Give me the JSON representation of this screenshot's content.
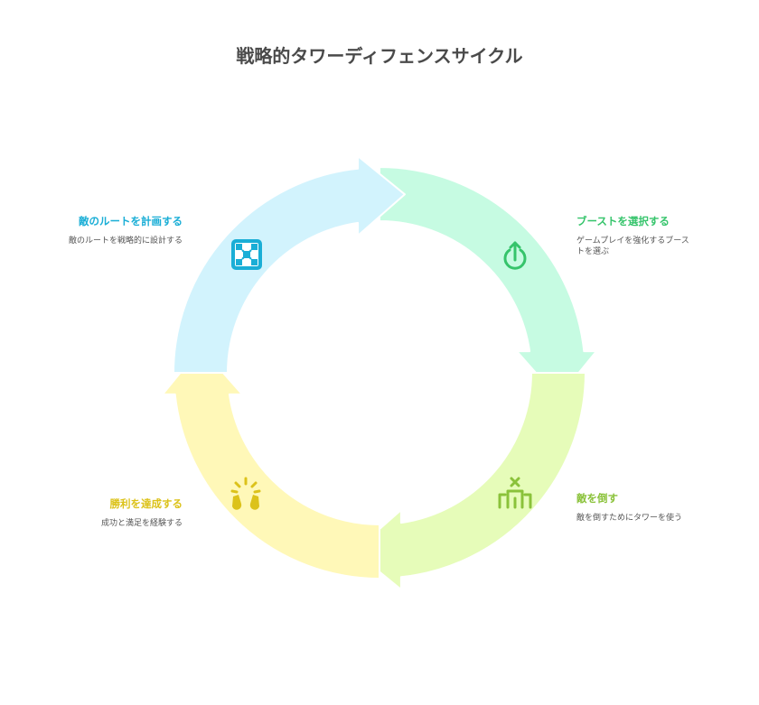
{
  "title": "戦略的タワーディフェンスサイクル",
  "colors": {
    "plan": "#1aaed6",
    "plan_fill": "#d2f3fd",
    "boost": "#35c46b",
    "boost_fill": "#c6fbe2",
    "defeat": "#8ac23a",
    "defeat_fill": "#e6fcb9",
    "victory": "#dcc21a",
    "victory_fill": "#fff8b8"
  },
  "stages": {
    "plan": {
      "heading": "敵のルートを計画する",
      "desc": "敵のルートを戦略的に設計する",
      "icon": "route-map-icon"
    },
    "boost": {
      "heading": "ブーストを選択する",
      "desc": "ゲームプレイを強化するブーストを選ぶ",
      "icon": "power-up-icon"
    },
    "defeat": {
      "heading": "敵を倒す",
      "desc": "敵を倒すためにタワーを使う",
      "icon": "tower-defeat-icon"
    },
    "victory": {
      "heading": "勝利を達成する",
      "desc": "成功と満足を経験する",
      "icon": "celebration-icon"
    }
  }
}
